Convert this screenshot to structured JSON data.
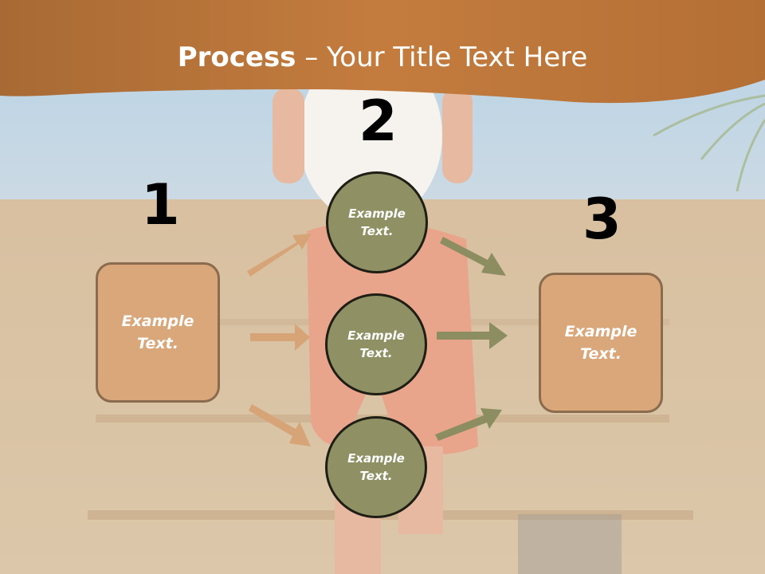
{
  "title": {
    "bold": "Process",
    "rest": " – Your Title Text Here"
  },
  "steps": {
    "n1": "1",
    "n2": "2",
    "n3": "3"
  },
  "left_box": {
    "text": "Example\nText."
  },
  "right_box": {
    "text": "Example\nText."
  },
  "circles": [
    {
      "text": "Example\nText."
    },
    {
      "text": "Example\nText."
    },
    {
      "text": "Example\nText."
    }
  ],
  "colors": {
    "band": "#b9773a",
    "box_fill": "#d9a77a",
    "circle_fill": "#8f9064",
    "arrow_left": "#d6a476",
    "arrow_right": "#8d8d62"
  }
}
